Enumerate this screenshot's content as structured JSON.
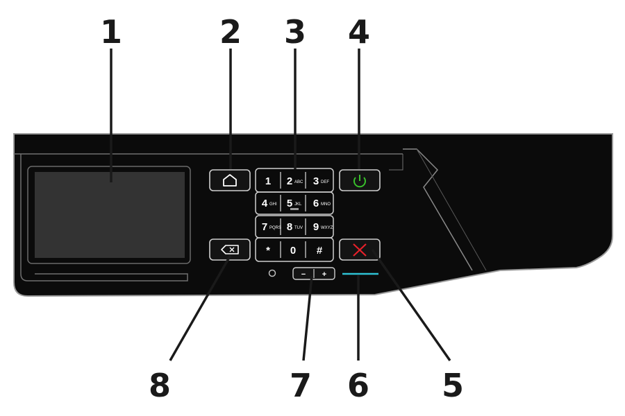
{
  "callouts": [
    "1",
    "2",
    "3",
    "4",
    "5",
    "6",
    "7",
    "8"
  ],
  "keypad": {
    "keys": [
      {
        "main": "1",
        "sub": ""
      },
      {
        "main": "2",
        "sub": "ABC"
      },
      {
        "main": "3",
        "sub": "DEF"
      },
      {
        "main": "4",
        "sub": "GHI"
      },
      {
        "main": "5",
        "sub": "JKL"
      },
      {
        "main": "6",
        "sub": "MNO"
      },
      {
        "main": "7",
        "sub": "PQRS"
      },
      {
        "main": "8",
        "sub": "TUV"
      },
      {
        "main": "9",
        "sub": "WXYZ"
      },
      {
        "main": "*",
        "sub": ""
      },
      {
        "main": "0",
        "sub": ""
      },
      {
        "main": "#",
        "sub": ""
      }
    ]
  },
  "volume": {
    "minus": "−",
    "plus": "+"
  },
  "icons": {
    "home": "home-icon",
    "power": "power-icon",
    "stop": "stop-x-icon",
    "backspace": "backspace-icon"
  },
  "colors": {
    "panel": "#0b0b0b",
    "outline": "#9a9a9a",
    "screen": "#333333",
    "power": "#39c12b",
    "stop": "#e8202a",
    "indicator": "#2ec2d4",
    "callout": "#1a1a1a"
  }
}
